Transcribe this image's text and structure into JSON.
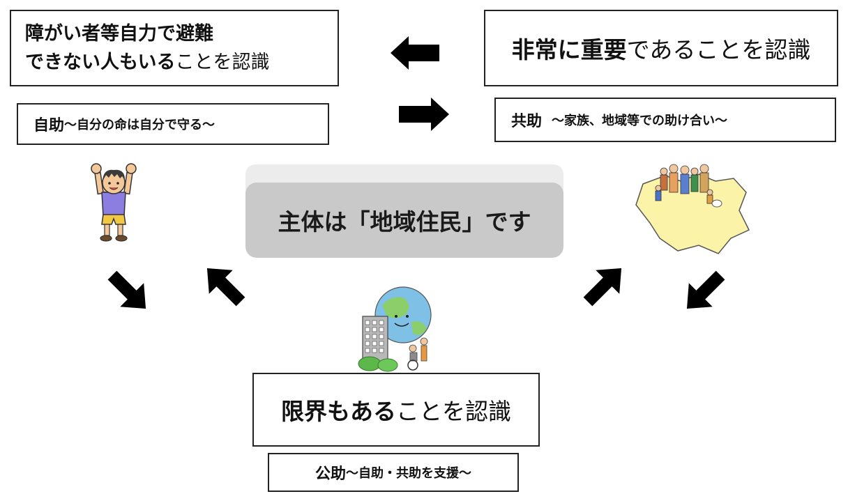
{
  "top_left": {
    "line1": "障がい者等自力で避難",
    "line2_bold": "できない人もいる",
    "line2_rest": "ことを認識"
  },
  "top_right": {
    "bold": "非常に重要",
    "rest": "であることを認識"
  },
  "self_help": {
    "title": "自助",
    "subtitle": "～自分の命は自分で守る～"
  },
  "mutual_help": {
    "title": "共助",
    "subtitle": "～家族、地域等での助け合い～"
  },
  "center": {
    "label": "主体は「地域住民」です"
  },
  "bottom": {
    "bold": "限界もある",
    "rest": "ことを認識"
  },
  "public_help": {
    "title": "公助",
    "subtitle": "～自助・共助を支援～"
  },
  "colors": {
    "arrow": "#000000",
    "center_box": "#c9c9c9",
    "map_fill": "#fbf3a8"
  },
  "icons": [
    "child-cheering-icon",
    "community-map-icon",
    "city-building-globe-icon"
  ]
}
